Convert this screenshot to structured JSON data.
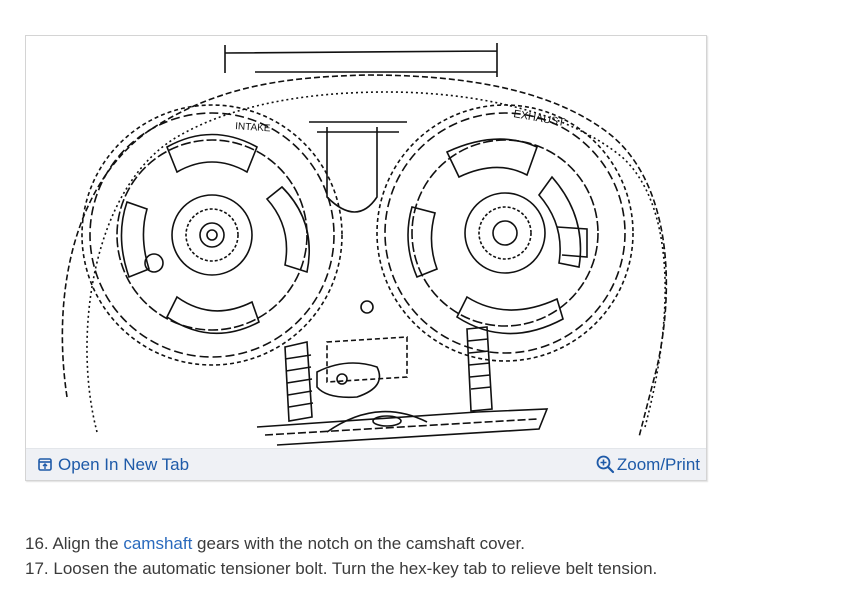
{
  "figure": {
    "labels": {
      "intake": "INTAKE",
      "exhaust": "EXHAUST"
    },
    "toolbar": {
      "open_tab_label": "Open In New Tab",
      "zoom_label": "Zoom/Print"
    }
  },
  "steps": [
    {
      "number": "16.",
      "before": "Align the ",
      "keyword": "camshaft",
      "after": " gears with the notch on the camshaft cover."
    },
    {
      "number": "17.",
      "text": "Loosen the automatic tensioner bolt. Turn the hex-key tab to relieve belt tension."
    }
  ],
  "colors": {
    "link": "#1e5aa8",
    "keyword": "#2a6abd",
    "toolbar_bg": "#eff1f5",
    "border": "#d4d4d4",
    "text": "#3b3b3b"
  },
  "icons": {
    "open_tab": "open-new-tab-icon",
    "zoom": "zoom-in-icon"
  }
}
